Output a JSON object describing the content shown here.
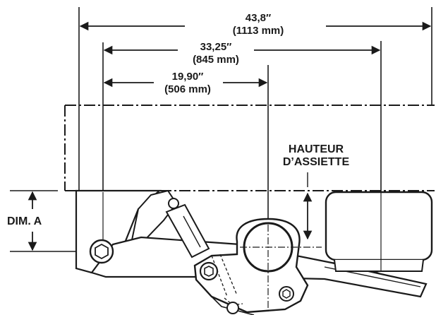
{
  "dimensions": {
    "overall": {
      "inch": "43,8″",
      "mm": "(1113 mm)"
    },
    "middle": {
      "inch": "33,25″",
      "mm": "(845 mm)"
    },
    "short": {
      "inch": "19,90″",
      "mm": "(506 mm)"
    }
  },
  "labels": {
    "ride_height_line1": "HAUTEUR",
    "ride_height_line2": "D’ASSIETTE",
    "dim_a": "DIM. A"
  },
  "colors": {
    "ink": "#1a1a1a",
    "paper": "#ffffff"
  }
}
